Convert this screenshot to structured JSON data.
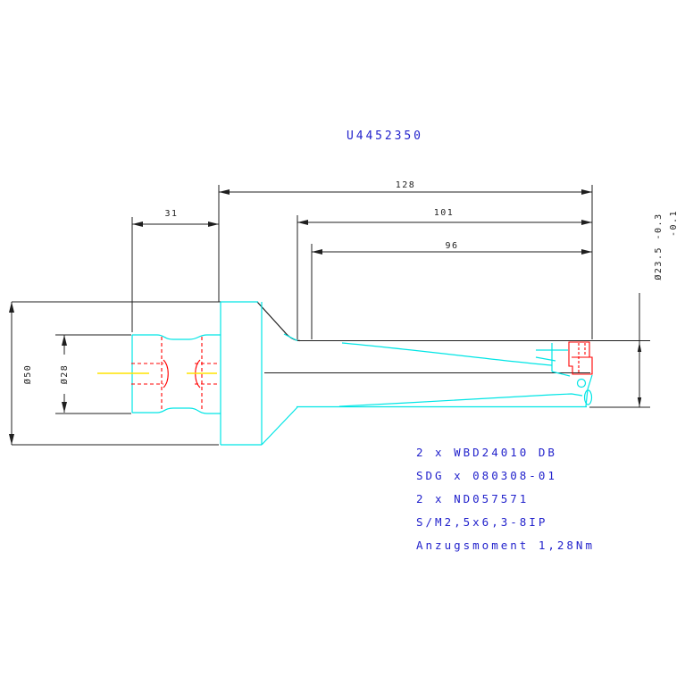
{
  "drawing_number": "U4452350",
  "dimensions": {
    "overall_length": "128",
    "flute_length": "101",
    "usable_length": "96",
    "shank_length": "31",
    "flange_diameter": "Ø50",
    "shank_diameter": "Ø28",
    "drill_diameter": "Ø23.5 -0.3",
    "drill_diameter_tol_lower": "-0.1"
  },
  "notes": {
    "line1": "2 x WBD24010 DB",
    "line2": "SDG x 080308-01",
    "line3": "2 x ND057571",
    "line4": "S/M2,5x6,3-8IP",
    "line5": "Anzugsmoment 1,28Nm"
  },
  "colors": {
    "outline_cyan": "#00e5e5",
    "hidden_red": "#ff0000",
    "centerline_yellow": "#ffe400",
    "dimension_black": "#1f1f1f",
    "text_blue": "#2323cc",
    "background": "#ffffff"
  }
}
